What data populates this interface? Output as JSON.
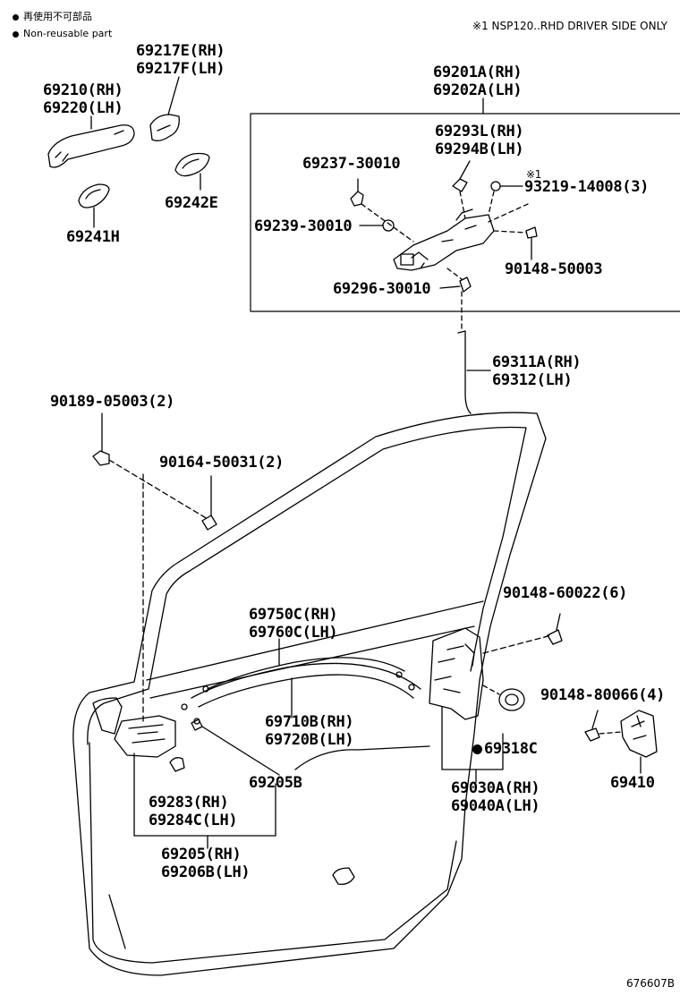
{
  "legend": {
    "item1": "再使用不可部品",
    "item2": "Non-reusable part"
  },
  "note": "※1 NSP120..RHD DRIVER SIDE ONLY",
  "figure_id": "676607B",
  "parts": {
    "handle_frame_rh": "69217E(RH)",
    "handle_frame_lh": "69217F(LH)",
    "outside_handle_rh": "69210(RH)",
    "outside_handle_lh": "69220(LH)",
    "handle_pad_front": "69241H",
    "handle_pad_rear": "69242E",
    "lock_cylinder_rh": "69201A(RH)",
    "lock_cylinder_lh": "69202A(LH)",
    "lever_rh": "69293L(RH)",
    "lever_lh": "69294B(LH)",
    "bolt_69237": "69237-30010",
    "mark_1": "※1",
    "screw_93219": "93219-14008(3)",
    "bolt_69239": "69239-30010",
    "screw_90148_50003": "90148-50003",
    "bolt_69296": "69296-30010",
    "rod_rh": "69311A(RH)",
    "rod_lh": "69312(LH)",
    "clip_90189": "90189-05003(2)",
    "screw_90164": "90164-50031(2)",
    "screw_90148_60022": "90148-60022(6)",
    "cable_rh": "69750C(RH)",
    "cable_lh": "69760C(LH)",
    "screw_90148_80066": "90148-80066(4)",
    "inner_cable_rh": "69710B(RH)",
    "inner_cable_lh": "69720B(LH)",
    "grommet": "69318C",
    "clip_69205b": "69205B",
    "lock_assy_rh": "69030A(RH)",
    "lock_assy_lh": "69040A(LH)",
    "striker": "69410",
    "cover_rh": "69283(RH)",
    "cover_lh": "69284C(LH)",
    "inside_handle_rh": "69205(RH)",
    "inside_handle_lh": "69206B(LH)"
  }
}
